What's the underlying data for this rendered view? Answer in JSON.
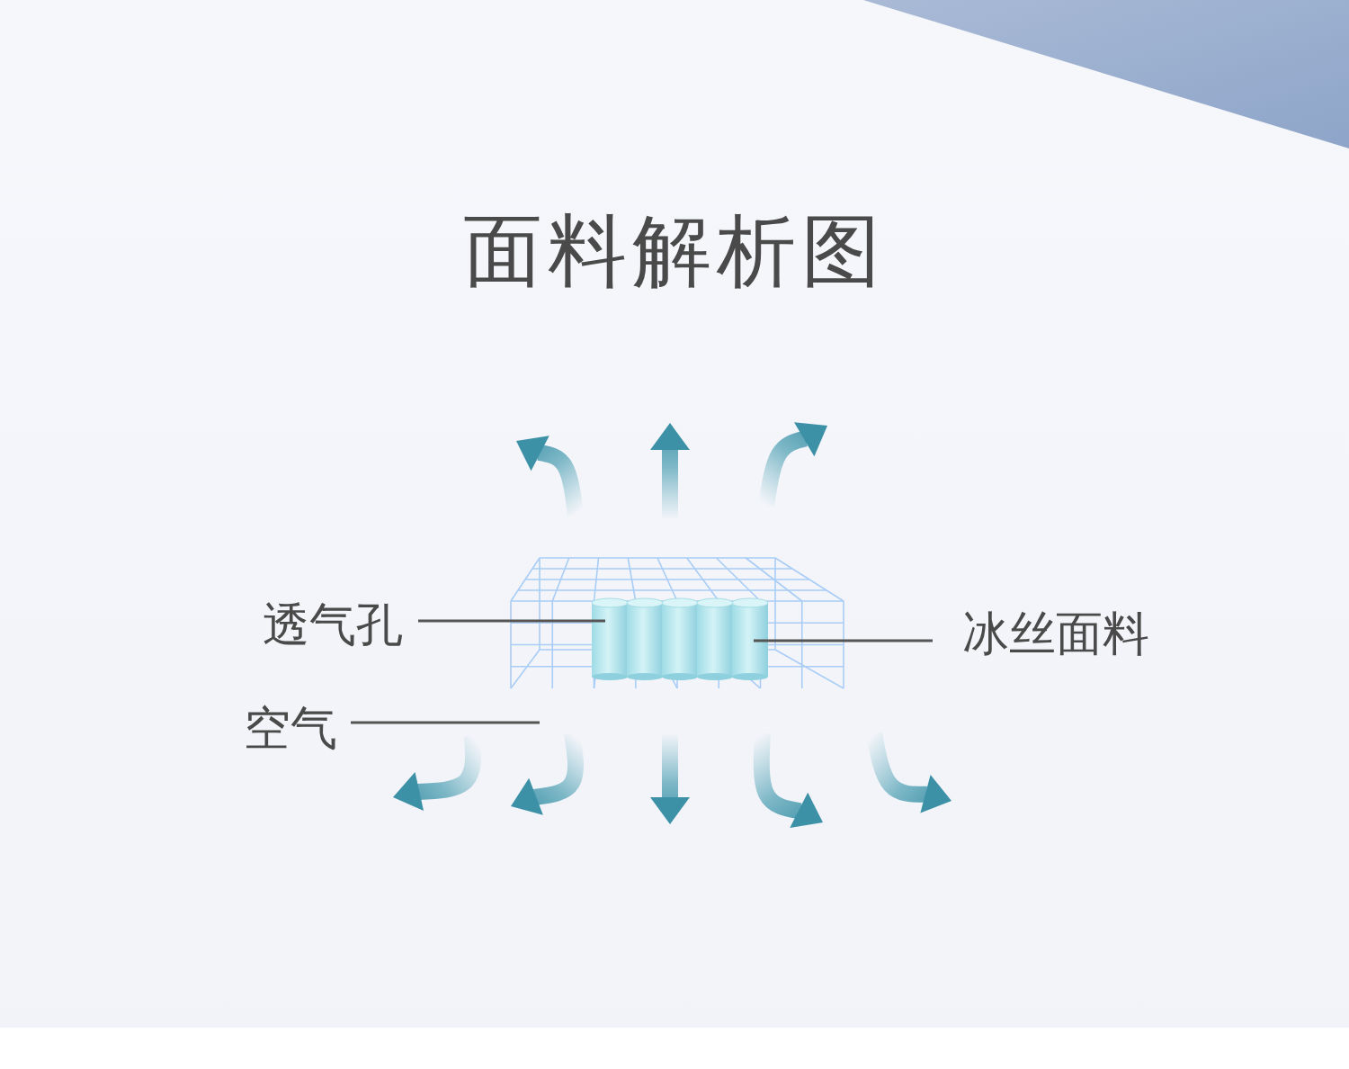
{
  "diagram": {
    "title": "面料解析图",
    "labels": [
      "透气孔",
      "冰丝面料",
      "空气"
    ]
  }
}
